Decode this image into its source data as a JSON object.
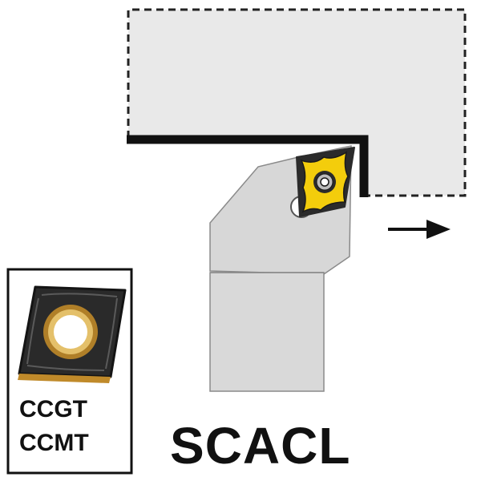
{
  "diagram": {
    "title": "SCACL",
    "insert_codes": [
      "CCGT",
      "CCMT"
    ],
    "feed_direction": "right",
    "colors": {
      "workpiece_fill": "#e9e9e9",
      "workpiece_dash": "#222222",
      "machined_edge": "#111111",
      "holder_fill": "#d7d7d7",
      "holder_stroke": "#8a8a8a",
      "insert_yellow": "#f3cd0c",
      "insert_dark": "#2b2b2b",
      "insert_gold": "#c9962e",
      "frame": "#111111"
    },
    "icons": {
      "arrow": "arrow-right-icon",
      "insert": "rhombic-insert-icon"
    }
  }
}
